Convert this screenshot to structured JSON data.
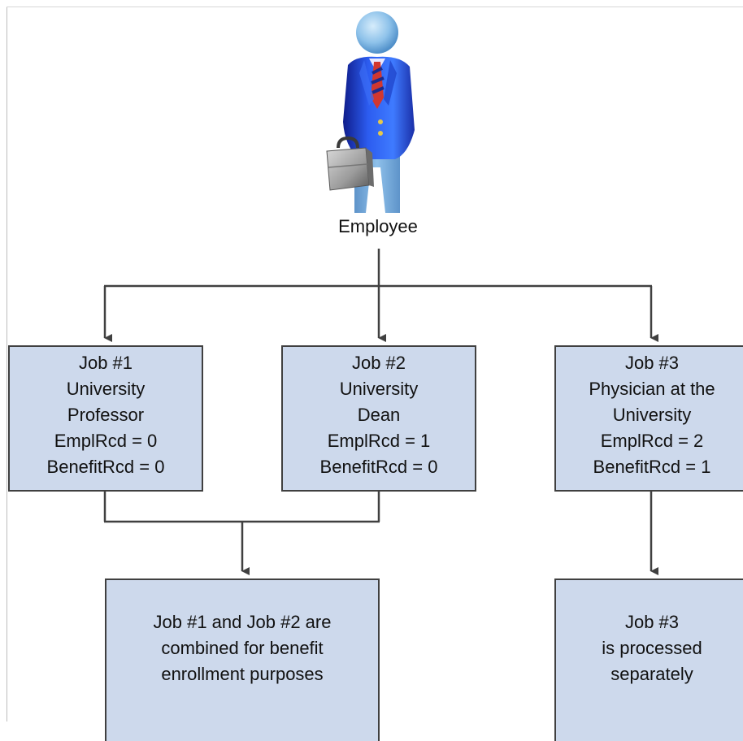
{
  "employee": {
    "icon": "employee-with-briefcase-icon",
    "label": "Employee"
  },
  "jobs": [
    {
      "lines": [
        "Job #1",
        "University",
        "Professor",
        "EmplRcd = 0",
        "BenefitRcd = 0"
      ]
    },
    {
      "lines": [
        "Job #2",
        "University",
        "Dean",
        "EmplRcd = 1",
        "BenefitRcd = 0"
      ]
    },
    {
      "lines": [
        "Job #3",
        "Physician at the",
        "University",
        "EmplRcd = 2",
        "BenefitRcd = 1"
      ]
    }
  ],
  "results": [
    {
      "lines": [
        "Job #1 and Job #2 are",
        "combined for benefit",
        "enrollment purposes"
      ]
    },
    {
      "lines": [
        "Job #3",
        "is processed",
        "separately"
      ]
    }
  ],
  "colors": {
    "box_fill": "#cdd9ec",
    "box_border": "#404040",
    "connector": "#404040"
  }
}
